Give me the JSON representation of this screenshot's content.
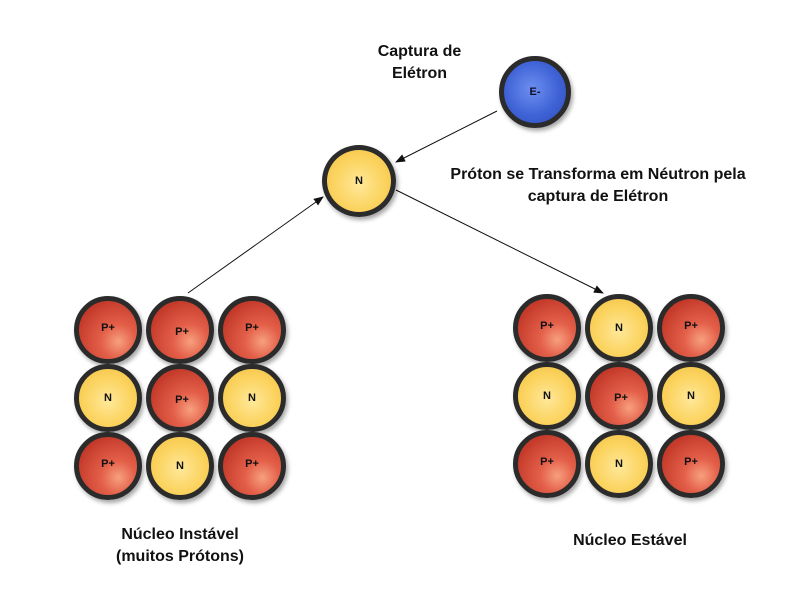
{
  "labels": {
    "capture": "Captura de Elétron",
    "transform": "Próton se Transforma em Néutron pela captura de Elétron",
    "unstable": "Núcleo Instável (muitos Prótons)",
    "stable": "Núcleo Estável"
  },
  "electron": {
    "symbol": "E-"
  },
  "intermediate_neutron": {
    "symbol": "N"
  },
  "unstable_nucleus": {
    "rows": [
      [
        "P+",
        "P+",
        "P+"
      ],
      [
        "N",
        "P+",
        "N"
      ],
      [
        "P+",
        "N",
        "P+"
      ]
    ]
  },
  "stable_nucleus": {
    "rows": [
      [
        "P+",
        "N",
        "P+"
      ],
      [
        "N",
        "P+",
        "N"
      ],
      [
        "P+",
        "N",
        "P+"
      ]
    ]
  },
  "colors": {
    "proton": "#c43a2a",
    "neutron": "#fbd35e",
    "electron": "#3f63d6",
    "border": "#2b2b2b"
  }
}
